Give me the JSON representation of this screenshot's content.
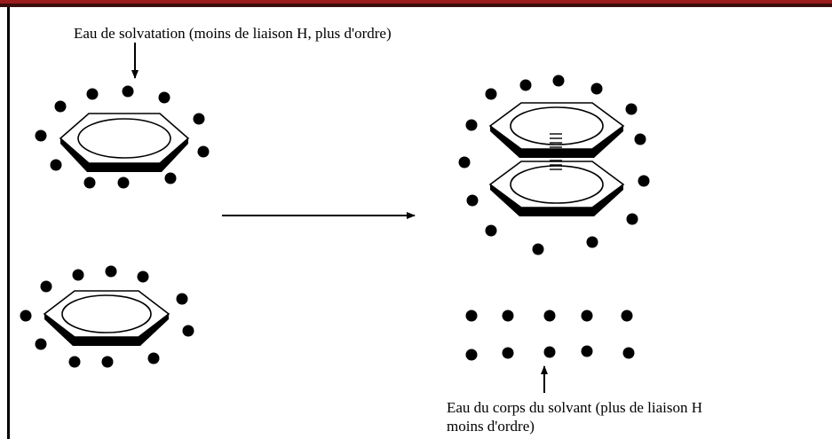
{
  "page": {
    "accent_colors": {
      "top_rule_red": "#9b1c1c",
      "top_rule_dark": "#3a0d0d",
      "ink": "#000000"
    }
  },
  "labels": {
    "solvation_water": "Eau de solvatation (moins de liaison H, plus d'ordre)",
    "bulk_water_line1": "Eau du corps du solvant (plus de liaison  H",
    "bulk_water_line2": "moins d'ordre)"
  },
  "diagram": {
    "elements": [
      "benzene-ring-top-left",
      "benzene-ring-bottom-left",
      "stacked-benzene-upper",
      "stacked-benzene-lower",
      "pi-stacking-dashes",
      "reaction-arrow",
      "water-molecule-dots"
    ]
  }
}
